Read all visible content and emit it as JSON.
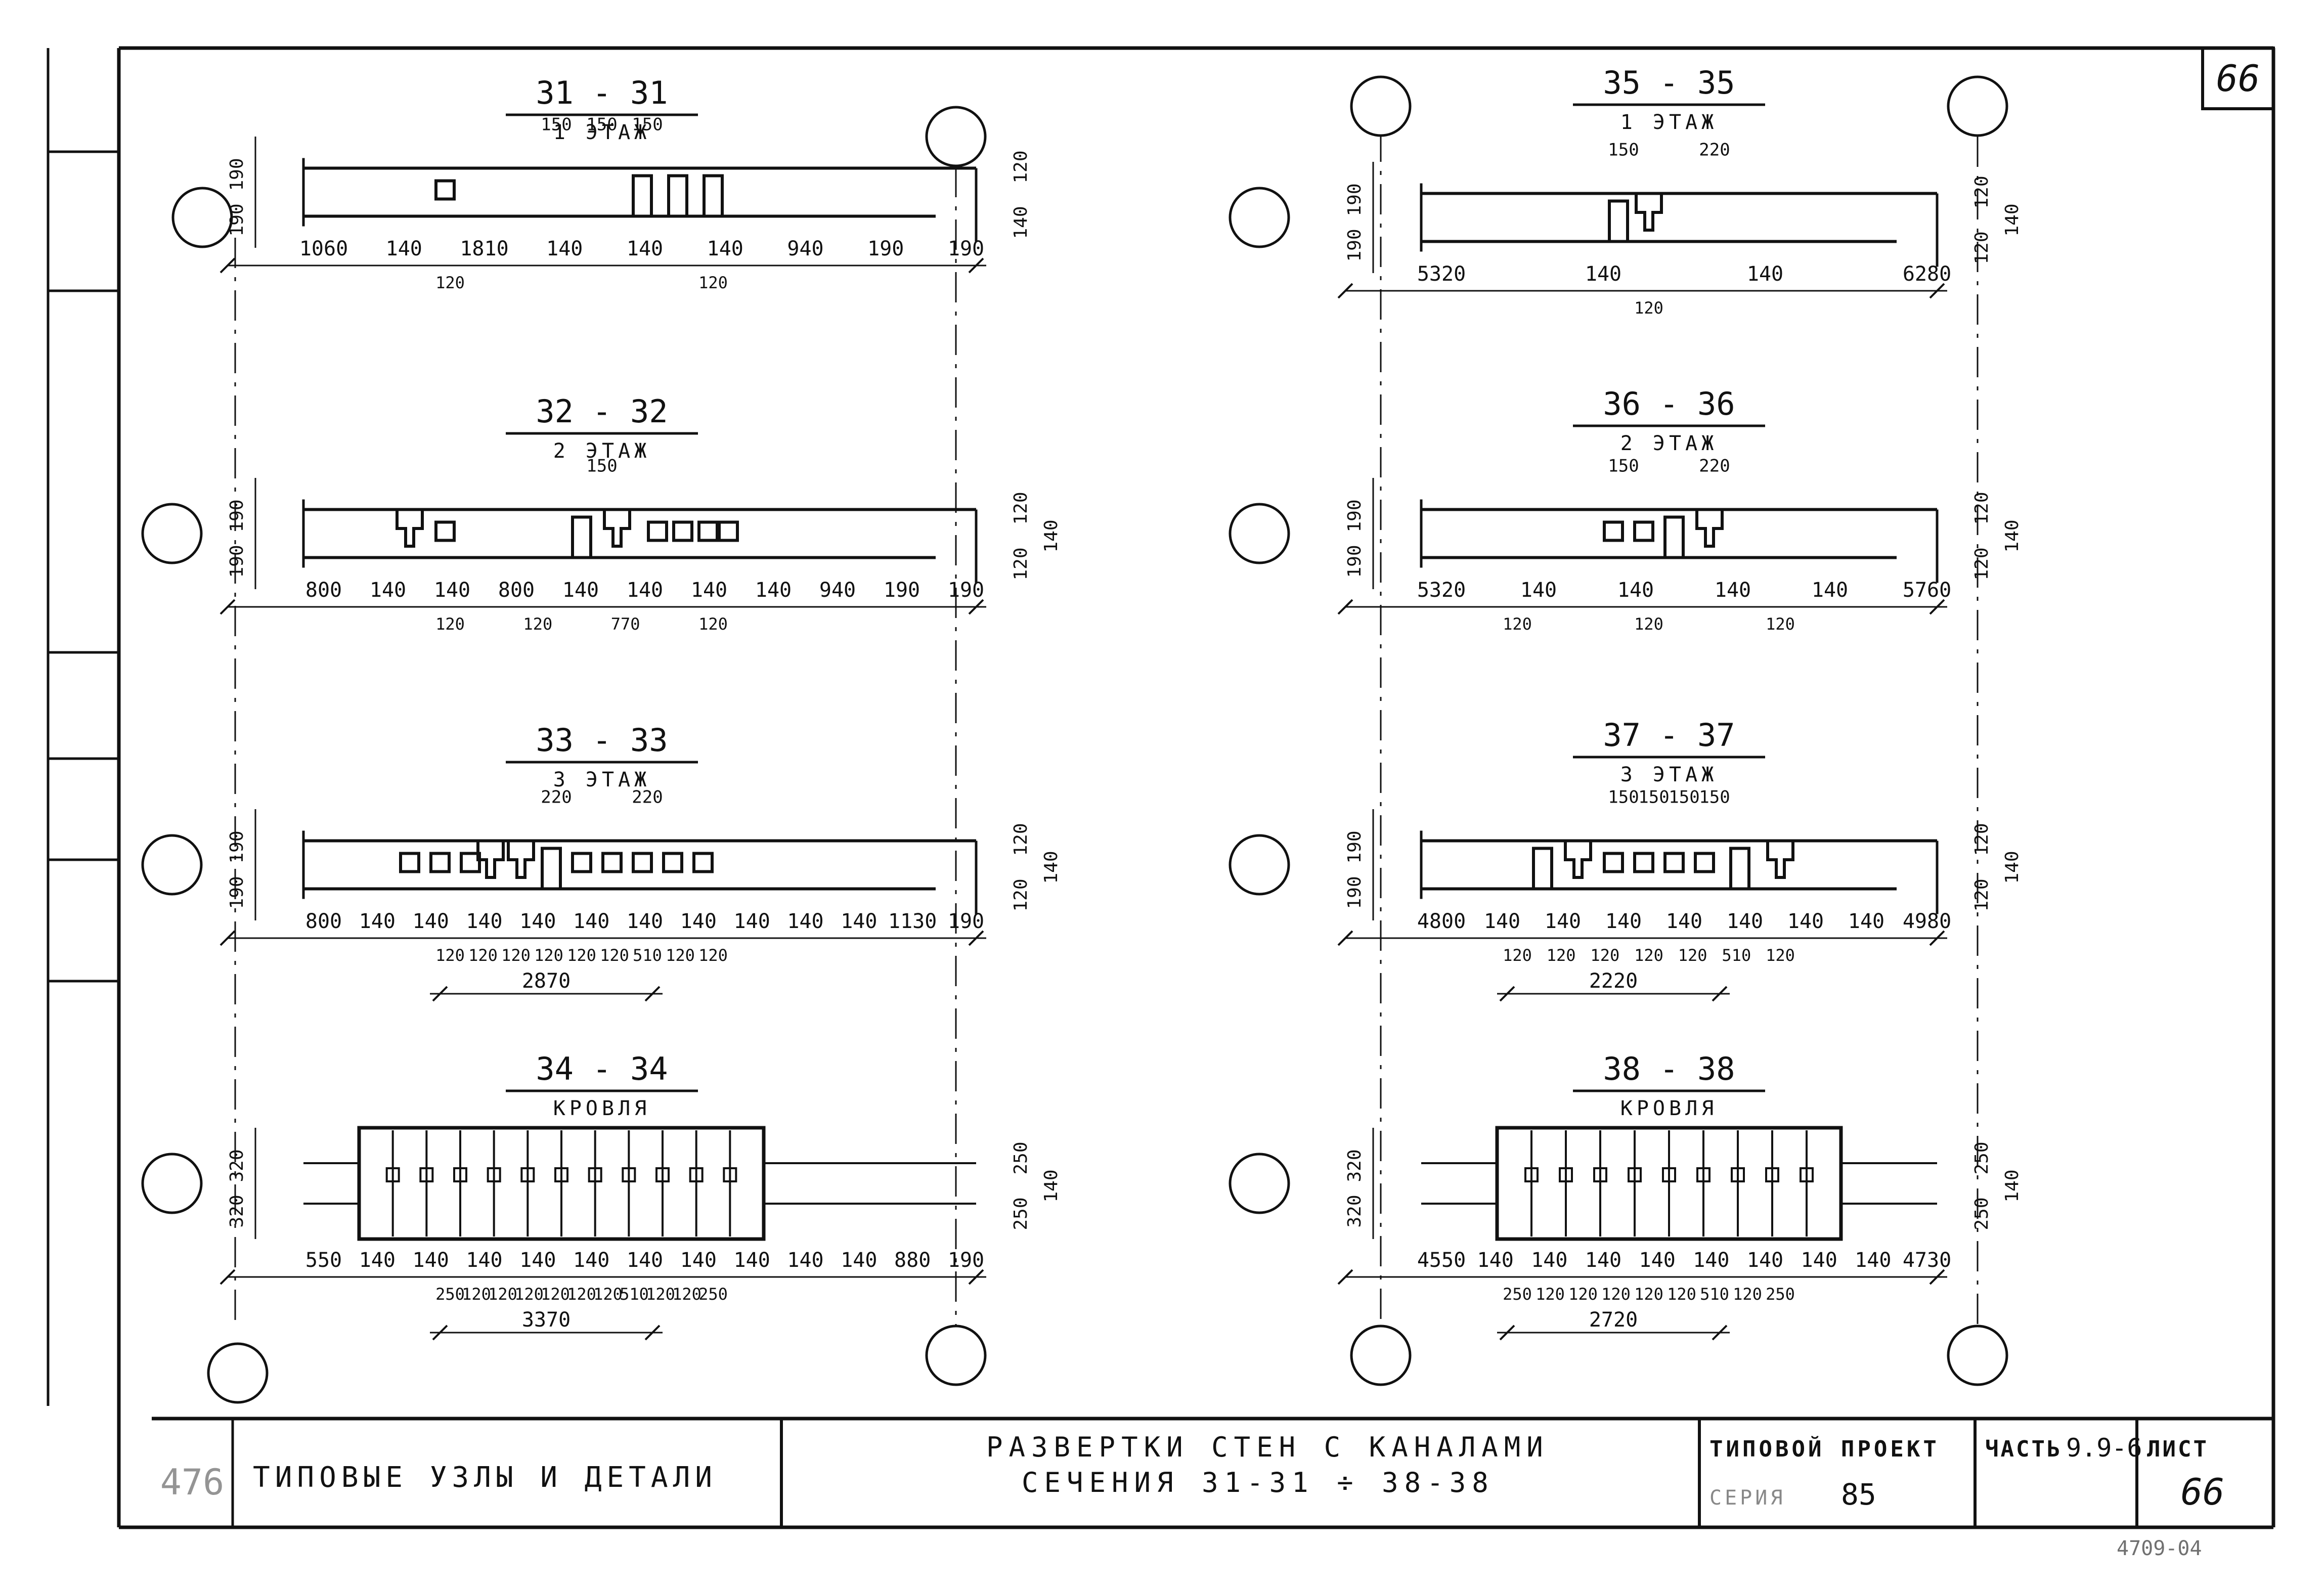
{
  "sheet_corner": "66",
  "sections": [
    {
      "id": "s31",
      "title": "31 - 31",
      "sub": "1 ЭТАЖ",
      "dims_bottom": [
        "1060",
        "140",
        "1810",
        "140",
        "140",
        "140",
        "940",
        "190",
        "190"
      ],
      "dims_under": [
        "120",
        "120"
      ],
      "dims_top": [
        "150",
        "150",
        "150"
      ],
      "dims_left": [
        "190",
        "190"
      ],
      "dims_right": [
        "120",
        "140"
      ],
      "dims_total": ""
    },
    {
      "id": "s32",
      "title": "32 - 32",
      "sub": "2 ЭТАЖ",
      "dims_bottom": [
        "800",
        "140",
        "140",
        "800",
        "140",
        "140",
        "140",
        "140",
        "940",
        "190",
        "190"
      ],
      "dims_under": [
        "120",
        "120",
        "770",
        "120"
      ],
      "dims_top": [
        "150"
      ],
      "dims_left": [
        "190",
        "190"
      ],
      "dims_right": [
        "120",
        "120",
        "140"
      ],
      "dims_total": ""
    },
    {
      "id": "s33",
      "title": "33 - 33",
      "sub": "3 ЭТАЖ",
      "dims_bottom": [
        "800",
        "140",
        "140",
        "140",
        "140",
        "140",
        "140",
        "140",
        "140",
        "140",
        "140",
        "1130",
        "190"
      ],
      "dims_under": [
        "120",
        "120",
        "120",
        "120",
        "120",
        "120",
        "510",
        "120",
        "120"
      ],
      "dims_top": [
        "220",
        "220"
      ],
      "dims_left": [
        "190",
        "190"
      ],
      "dims_right": [
        "120",
        "120",
        "140"
      ],
      "dims_total": "2870"
    },
    {
      "id": "s34",
      "title": "34 - 34",
      "sub": "КРОВЛЯ",
      "dims_bottom": [
        "550",
        "140",
        "140",
        "140",
        "140",
        "140",
        "140",
        "140",
        "140",
        "140",
        "140",
        "880",
        "190"
      ],
      "dims_under": [
        "250",
        "120",
        "120",
        "120",
        "120",
        "120",
        "120",
        "510",
        "120",
        "120",
        "250"
      ],
      "dims_top": [],
      "dims_left": [
        "320",
        "320"
      ],
      "dims_right": [
        "250",
        "250",
        "140"
      ],
      "dims_total": "3370"
    },
    {
      "id": "s35",
      "title": "35 - 35",
      "sub": "1 ЭТАЖ",
      "dims_bottom": [
        "5320",
        "140",
        "140",
        "6280"
      ],
      "dims_under": [
        "120"
      ],
      "dims_top": [
        "150",
        "220"
      ],
      "dims_left": [
        "190",
        "190"
      ],
      "dims_right": [
        "120",
        "120",
        "140"
      ],
      "dims_total": ""
    },
    {
      "id": "s36",
      "title": "36 - 36",
      "sub": "2 ЭТАЖ",
      "dims_bottom": [
        "5320",
        "140",
        "140",
        "140",
        "140",
        "5760"
      ],
      "dims_under": [
        "120",
        "120",
        "120"
      ],
      "dims_top": [
        "150",
        "220"
      ],
      "dims_left": [
        "190",
        "190"
      ],
      "dims_right": [
        "120",
        "120",
        "140"
      ],
      "dims_total": ""
    },
    {
      "id": "s37",
      "title": "37 - 37",
      "sub": "3 ЭТАЖ",
      "dims_bottom": [
        "4800",
        "140",
        "140",
        "140",
        "140",
        "140",
        "140",
        "140",
        "4980"
      ],
      "dims_under": [
        "120",
        "120",
        "120",
        "120",
        "120",
        "510",
        "120"
      ],
      "dims_top": [
        "150",
        "150",
        "150",
        "150"
      ],
      "dims_left": [
        "190",
        "190"
      ],
      "dims_right": [
        "120",
        "120",
        "140"
      ],
      "dims_total": "2220"
    },
    {
      "id": "s38",
      "title": "38 - 38",
      "sub": "КРОВЛЯ",
      "dims_bottom": [
        "4550",
        "140",
        "140",
        "140",
        "140",
        "140",
        "140",
        "140",
        "140",
        "4730"
      ],
      "dims_under": [
        "250",
        "120",
        "120",
        "120",
        "120",
        "120",
        "510",
        "120",
        "250"
      ],
      "dims_top": [],
      "dims_left": [
        "320",
        "320"
      ],
      "dims_right": [
        "250",
        "250",
        "140"
      ],
      "dims_total": "2720"
    }
  ],
  "title_block": {
    "cell_num": "476",
    "subject": "ТИПОВЫЕ УЗЛЫ И ДЕТАЛИ",
    "title_line1": "РАЗВЕРТКИ СТЕН С КАНАЛАМИ",
    "title_line2": "СЕЧЕНИЯ 31-31 ÷ 38-38",
    "project_label": "ТИПОВОЙ ПРОЕКТ",
    "series_label": "СЕРИЯ",
    "series_value": "85",
    "part_label": "ЧАСТЬ",
    "part_value": "9.9-6",
    "sheet_label": "ЛИСТ",
    "sheet_value": "66",
    "archive_code": "4709-04"
  },
  "colors": {
    "ink": "#111111",
    "paper": "#ffffff"
  }
}
